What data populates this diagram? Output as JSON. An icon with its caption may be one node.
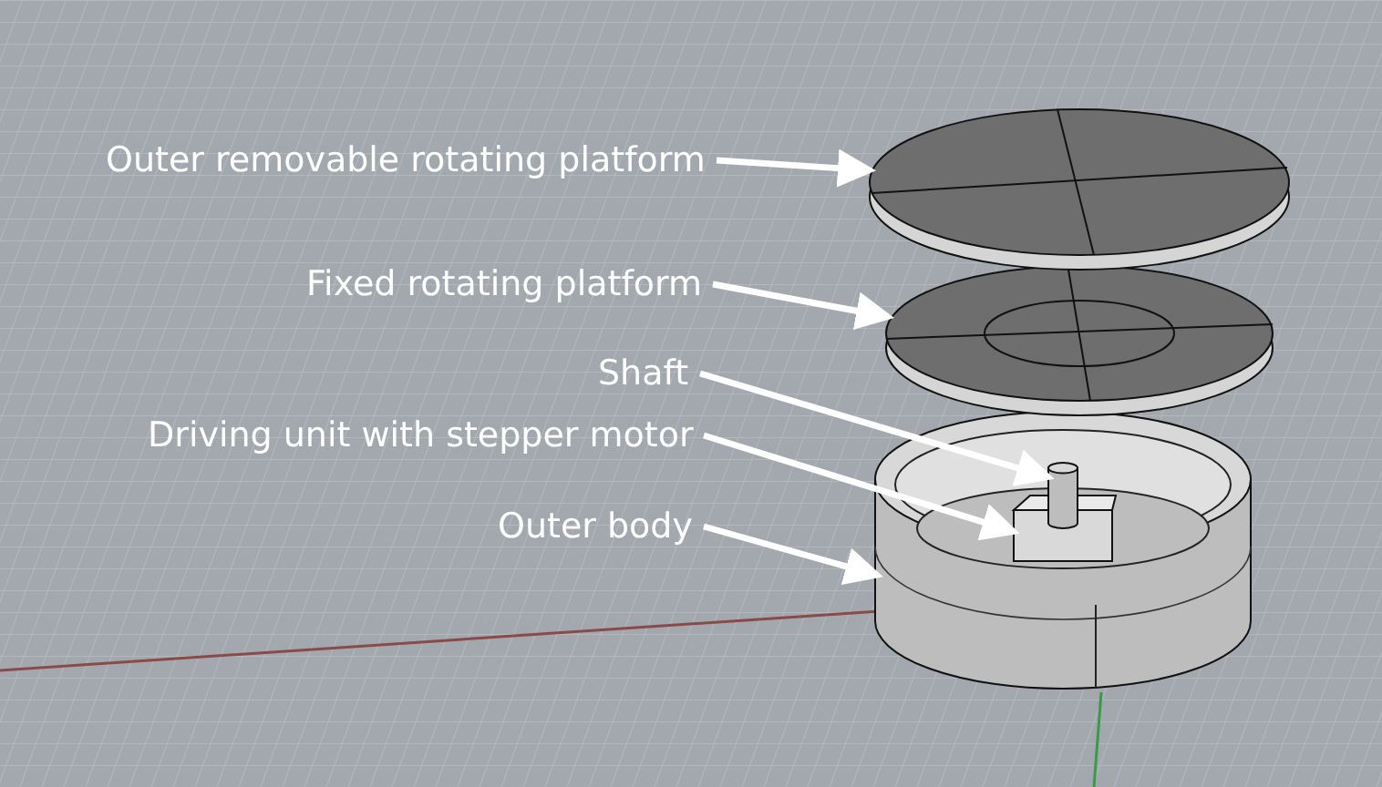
{
  "diagram": {
    "nodes": [
      {
        "text": [
          "Outer removable rotating platform"
        ]
      },
      {
        "text": [
          "Fixed rotating platform"
        ]
      },
      {
        "text": [
          "Shaft"
        ]
      },
      {
        "text": [
          "Driving unit with stepper motor"
        ]
      },
      {
        "text": [
          "Outer body"
        ]
      },
      {
        "text": [],
        "shape": "circle"
      },
      {
        "text": [],
        "shape": "circle"
      },
      {
        "text": [],
        "shape": "cylinder",
        "in": 9
      },
      {
        "text": [],
        "shape": "box",
        "in": 9
      },
      {
        "text": [],
        "shape": "cylinder"
      }
    ],
    "edges": [
      {
        "from": 0,
        "to": 5,
        "arrow": "to"
      },
      {
        "from": 1,
        "to": 6,
        "arrow": "to"
      },
      {
        "from": 2,
        "to": 7,
        "arrow": "to"
      },
      {
        "from": 3,
        "to": 8,
        "arrow": "to"
      },
      {
        "from": 4,
        "to": 9,
        "arrow": "to"
      }
    ]
  }
}
